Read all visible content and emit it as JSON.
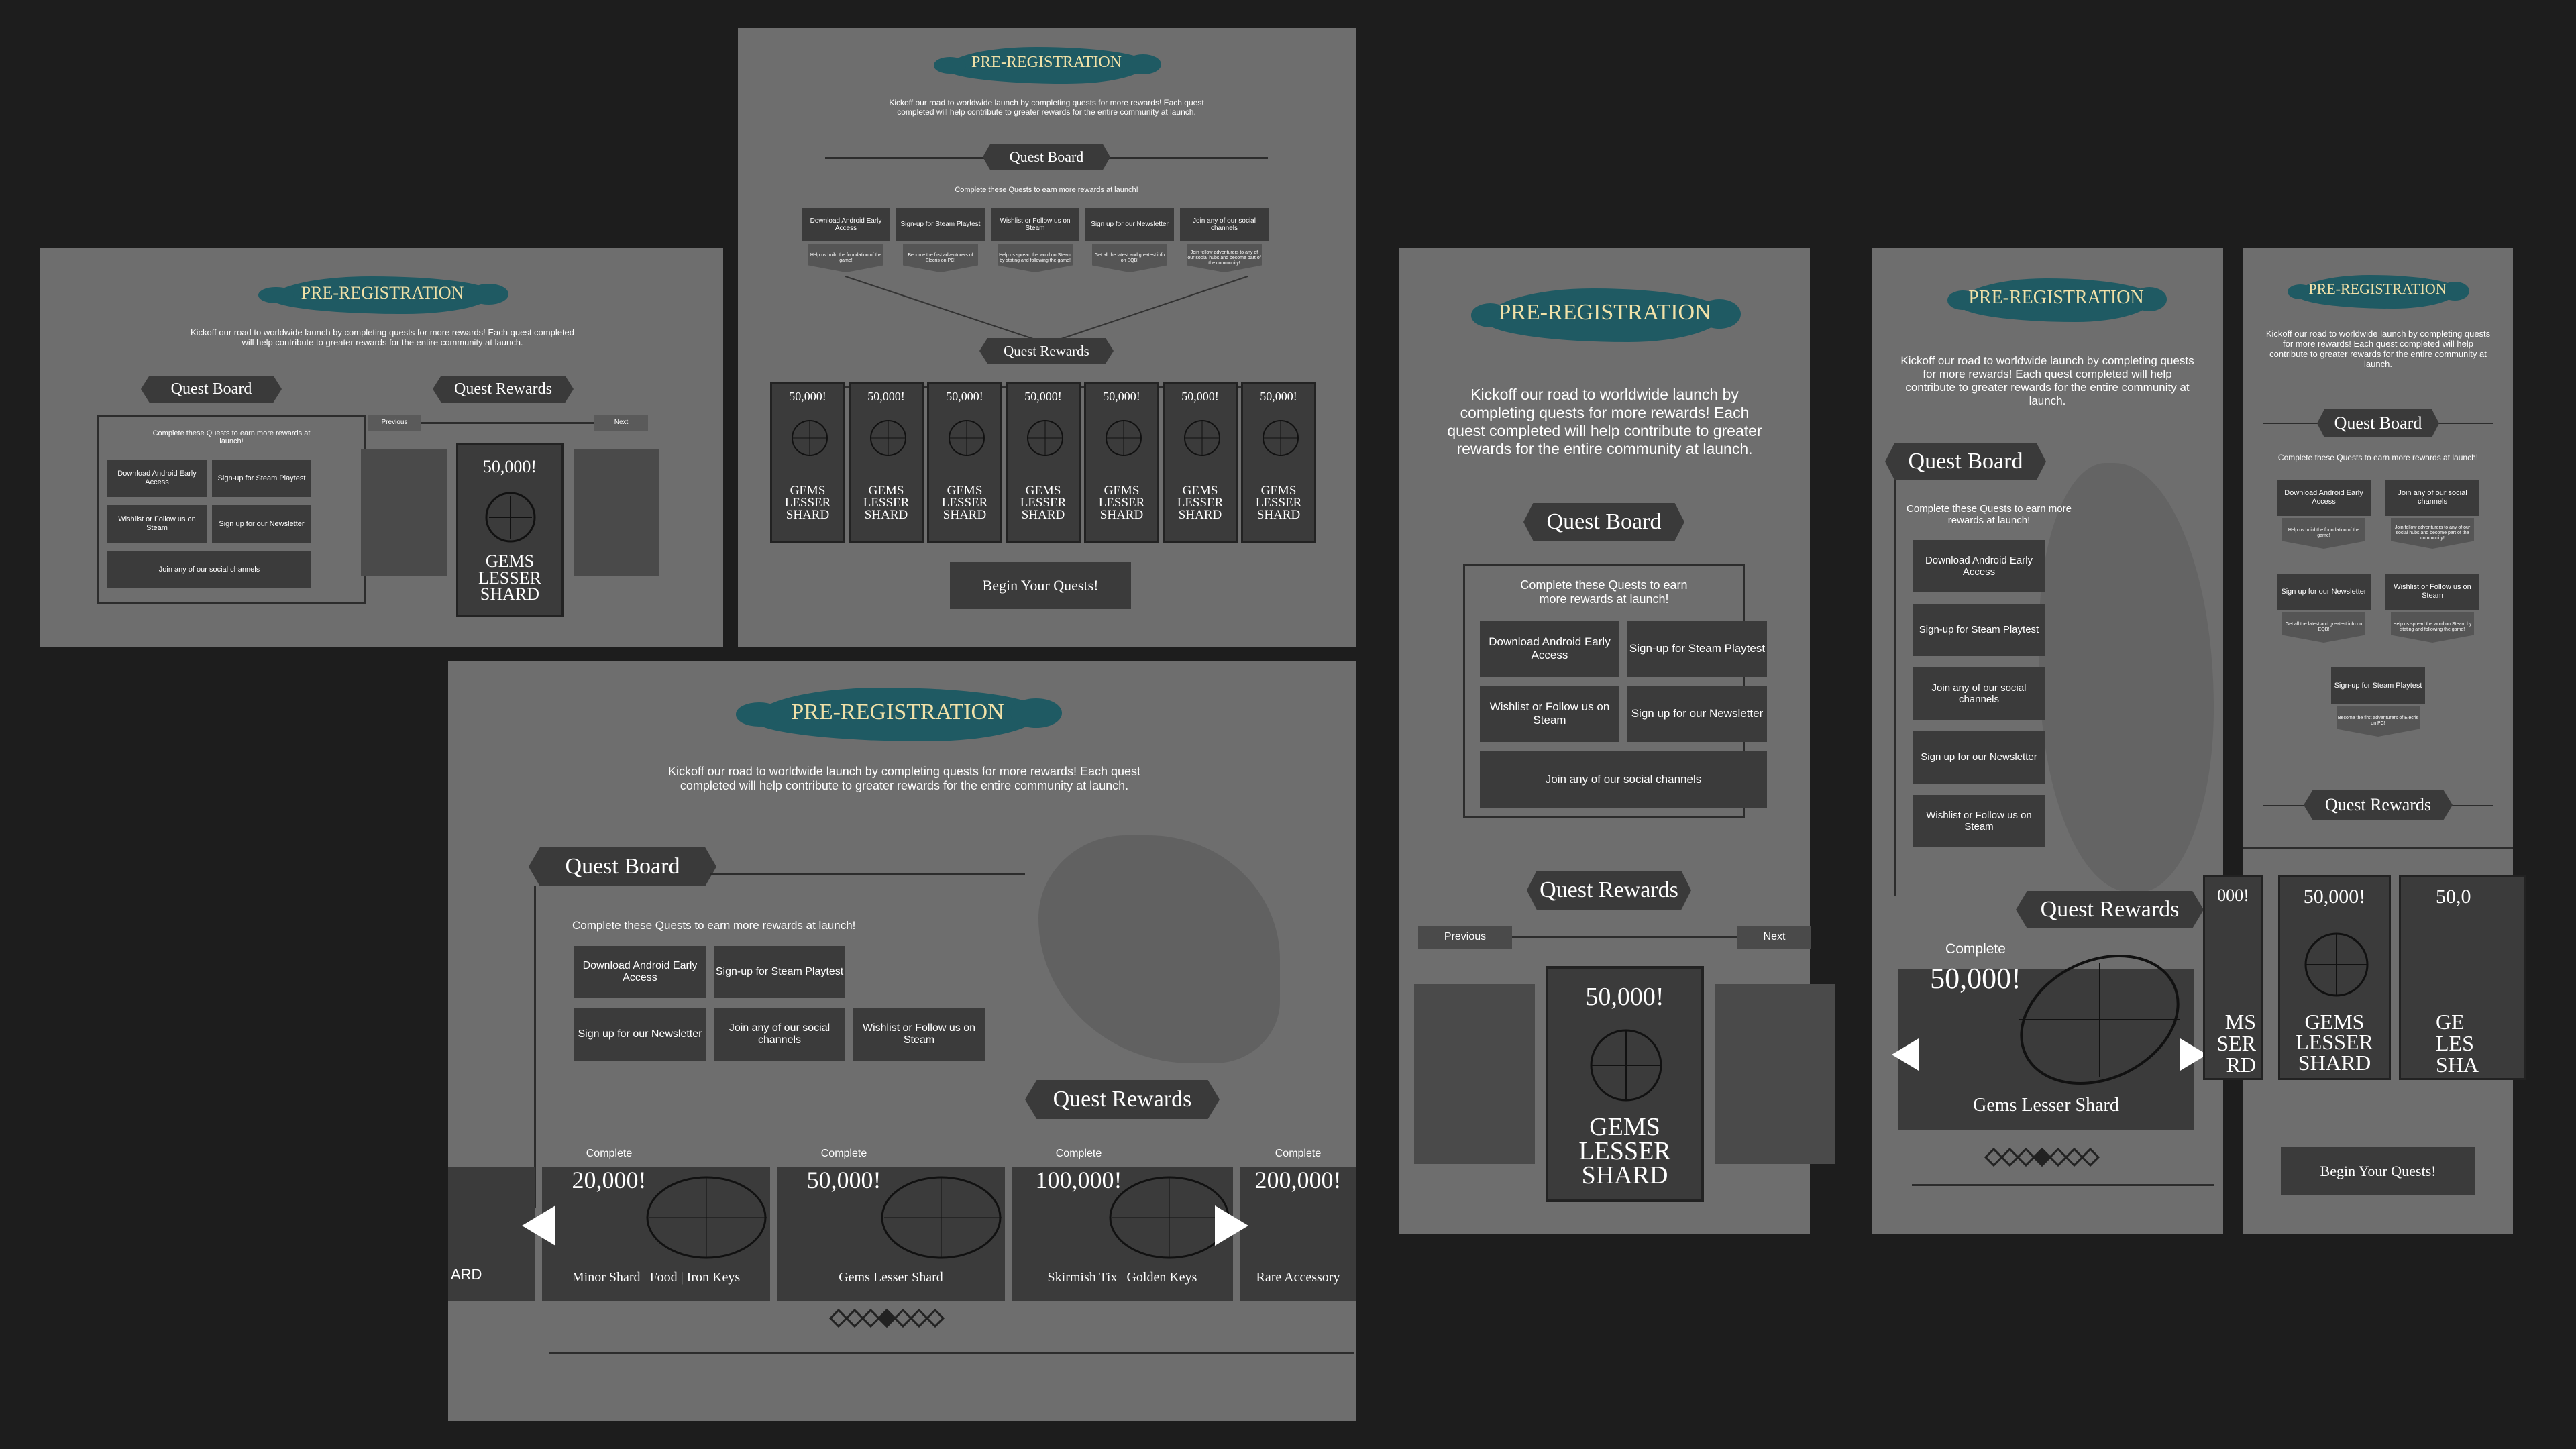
{
  "pre_title": "PRE-REGISTRATION",
  "intro": "Kickoff our road to worldwide launch by completing quests for more rewards! Each quest completed will help contribute to greater rewards for the entire community at launch.",
  "quest_board": "Quest Board",
  "quest_rewards": "Quest Rewards",
  "board_sub": "Complete these Quests to earn more rewards at launch!",
  "quests": {
    "android": "Download Android Early Access",
    "steam_playtest": "Sign-up for Steam Playtest",
    "wishlist": "Wishlist or Follow us on Steam",
    "newsletter": "Sign up for our Newsletter",
    "social": "Join any of our social channels"
  },
  "quest_notes": {
    "android": "Help us build the foundation of the game!",
    "steam_playtest": "Become the first adventurers of Elecris on PC!",
    "wishlist": "Help us spread the word on Steam by stating and following the game!",
    "newsletter": "Get all the latest and greatest info on EQB!",
    "social": "Join fellow adventurers to any of our social hubs and become part of the community!"
  },
  "nav": {
    "previous": "Previous",
    "next": "Next"
  },
  "reward": {
    "amount": "50,000!",
    "name": "GEMS LESSER SHARD",
    "complete": "Complete",
    "gems_lesser_shard": "Gems Lesser Shard"
  },
  "carousel": [
    {
      "complete": "Complete",
      "amount": "20,000!",
      "items": "Minor Shard | Food | Iron Keys"
    },
    {
      "complete": "Complete",
      "amount": "50,000!",
      "items": "Gems Lesser Shard"
    },
    {
      "complete": "Complete",
      "amount": "100,000!",
      "items": "Skirmish Tix | Golden Keys"
    },
    {
      "complete": "Complete",
      "amount": "200,000!",
      "items": "Rare Accessory"
    }
  ],
  "clipped": {
    "ard": "ARD",
    "ms": "MS",
    "ser": "SER",
    "rd": "RD",
    "ge": "GE",
    "les": "LES",
    "sha": "SHA",
    "prefix_00": "000!",
    "prefix_50": "50,0"
  },
  "begin": "Begin Your Quests!",
  "colors": {
    "background": "#1d1d1d",
    "panel": "#6e6e6e",
    "button": "#3b3b3b",
    "brush": "#1f5a63",
    "title": "#f1e1a8"
  }
}
